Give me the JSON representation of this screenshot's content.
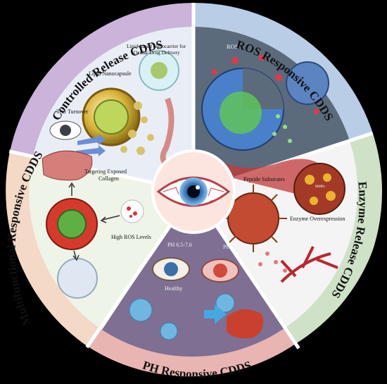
{
  "sections": {
    "controlled": {
      "title": "Controlled Release CDDS",
      "labels": {
        "lipid_nanocarrier_1": "Lipid-based Nanocarrier for",
        "lipid_nanocarrier_2": "Ocular Drug Delivery",
        "lipid_nanocapsule": "Lipid Nanocapsule",
        "tear_turnover": "Tear Turnover"
      },
      "colors": {
        "ring": "#cbb3d9",
        "panel": "#e9eef6"
      }
    },
    "ros": {
      "title": "ROS Responsive CDDS",
      "labels": {
        "ros": "ROS"
      },
      "colors": {
        "ring": "#b9cde6",
        "panel": "#5b6b7c"
      }
    },
    "enzyme": {
      "title": "Enzyme Release CDDS",
      "labels": {
        "peptide_substrates": "Peptide Substrates",
        "enzyme_overexpression": "Enzyme Overexpression",
        "mmps": "MMPs"
      },
      "colors": {
        "ring": "#cfe1c6",
        "panel": "#f2f2f2"
      }
    },
    "ph": {
      "title": "PH Responsive CDDS",
      "labels": {
        "ph_normal": "PH 6.5-7.6",
        "ph_low": "PH < 6.5",
        "healthy": "Healthy"
      },
      "colors": {
        "ring": "#e8b5b3",
        "panel": "#7e6f93"
      }
    },
    "multi": {
      "title": "Multifunctional Responsive CDDS",
      "labels": {
        "targeting_1": "Targeting Exposed",
        "targeting_2": "Collagen",
        "high_ros": "High ROS Levels"
      },
      "colors": {
        "ring": "#f3d9c6",
        "panel": "#eef4e7"
      }
    }
  },
  "center": {
    "icon": "eye-icon"
  }
}
